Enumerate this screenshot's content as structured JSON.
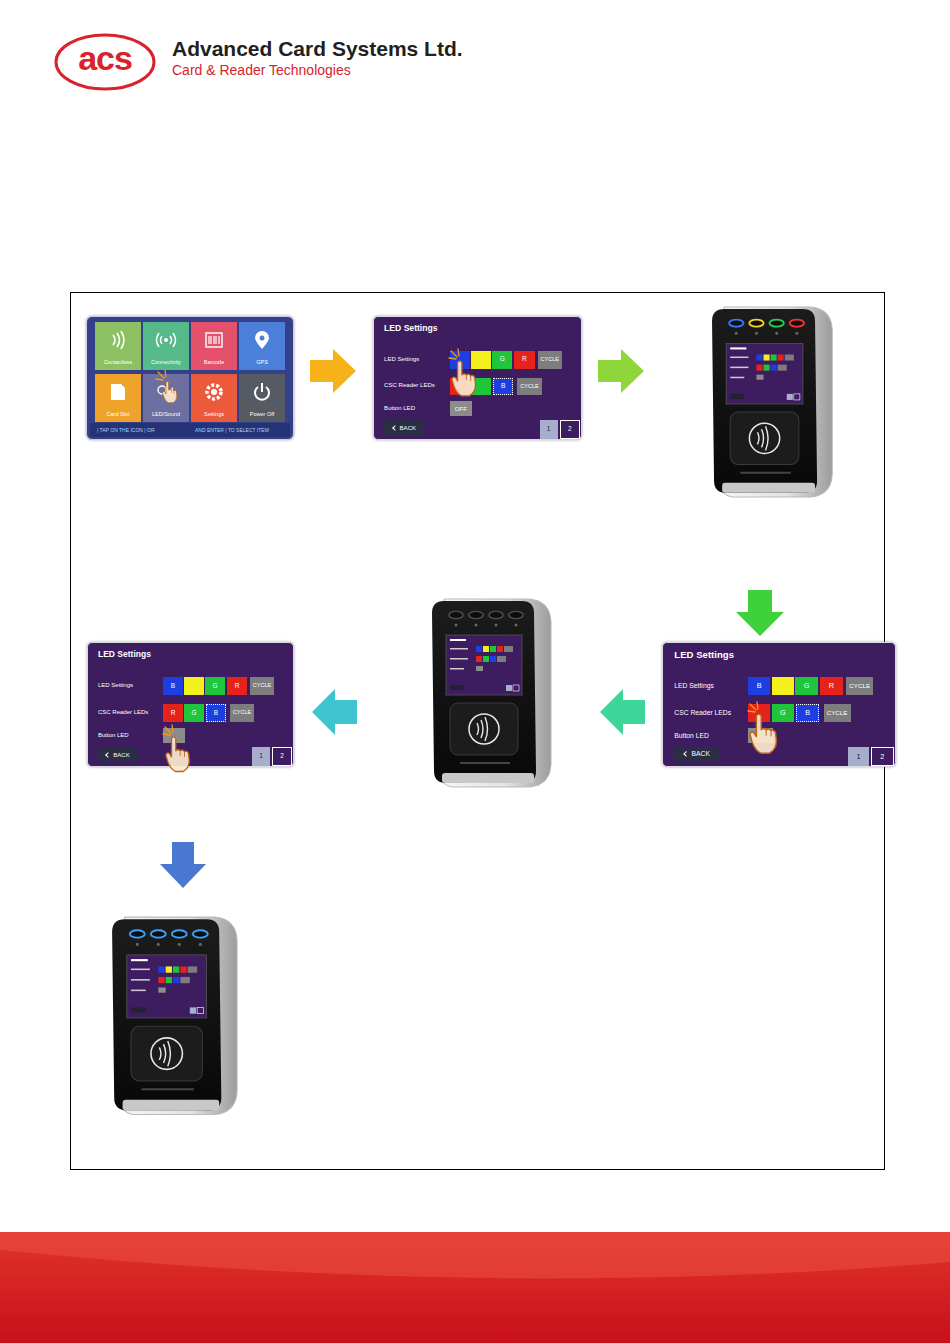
{
  "diagram": {
    "nodes": [
      {
        "text": [
          "| TAP ON THE ICON | OR",
          "AND ENTER | TO SELECT ITEM"
        ]
      },
      {
        "text": [
          "Contactless"
        ],
        "in": 0
      },
      {
        "text": [
          "Connectivity"
        ],
        "in": 0
      },
      {
        "text": [
          "Barcode"
        ],
        "in": 0
      },
      {
        "text": [
          "GPS"
        ],
        "in": 0
      },
      {
        "text": [
          "Card Slot"
        ],
        "in": 0
      },
      {
        "text": [
          "LED/Sound"
        ],
        "in": 0
      },
      {
        "text": [
          "Settings"
        ],
        "in": 0
      },
      {
        "text": [
          "Power Off"
        ],
        "in": 0
      },
      {
        "text": [
          "LED Settings",
          "LED Settings",
          "CSC Reader LEDs",
          "Button LED"
        ]
      },
      {
        "text": [
          "G"
        ],
        "in": 9
      },
      {
        "text": [
          "R"
        ],
        "in": 9
      },
      {
        "text": [
          "CYCLE"
        ],
        "in": 9
      },
      {
        "text": [
          "B"
        ],
        "in": 9
      },
      {
        "text": [
          "CYCLE"
        ],
        "in": 9
      },
      {
        "text": [
          "OFF"
        ],
        "in": 9
      },
      {
        "text": [
          "BACK"
        ],
        "in": 9
      },
      {
        "text": [
          "1"
        ],
        "in": 9
      },
      {
        "text": [
          "2"
        ],
        "in": 9
      },
      {
        "text": [
          "LED Settings",
          "LED Settings",
          "CSC Reader LEDs",
          "Button LED"
        ]
      },
      {
        "text": [
          "B"
        ],
        "in": 19
      },
      {
        "text": [
          "G"
        ],
        "in": 19
      },
      {
        "text": [
          "R"
        ],
        "in": 19
      },
      {
        "text": [
          "CYCLE"
        ],
        "in": 19
      },
      {
        "text": [
          "R"
        ],
        "in": 19
      },
      {
        "text": [
          "G"
        ],
        "in": 19
      },
      {
        "text": [
          "B"
        ],
        "in": 19
      },
      {
        "text": [
          "CYCLE"
        ],
        "in": 19
      },
      {
        "text": [
          "BACK"
        ],
        "in": 19
      },
      {
        "text": [
          "1"
        ],
        "in": 19
      },
      {
        "text": [
          "2"
        ],
        "in": 19
      },
      {
        "text": [
          "LED Settings",
          "LED Settings",
          "CSC Reader LEDs",
          "Button LED"
        ]
      },
      {
        "text": [
          "B"
        ],
        "in": 31
      },
      {
        "text": [
          "G"
        ],
        "in": 31
      },
      {
        "text": [
          "R"
        ],
        "in": 31
      },
      {
        "text": [
          "CYCLE"
        ],
        "in": 31
      },
      {
        "text": [
          "G"
        ],
        "in": 31
      },
      {
        "text": [
          "B"
        ],
        "in": 31
      },
      {
        "text": [
          "CYCLE"
        ],
        "in": 31
      },
      {
        "text": [
          "BACK"
        ],
        "in": 31
      },
      {
        "text": [
          "1"
        ],
        "in": 31
      },
      {
        "text": [
          "2"
        ],
        "in": 31
      }
    ],
    "labels": [
      "acs",
      "Advanced Card Systems Ltd.",
      "Card & Reader Technologies"
    ]
  }
}
